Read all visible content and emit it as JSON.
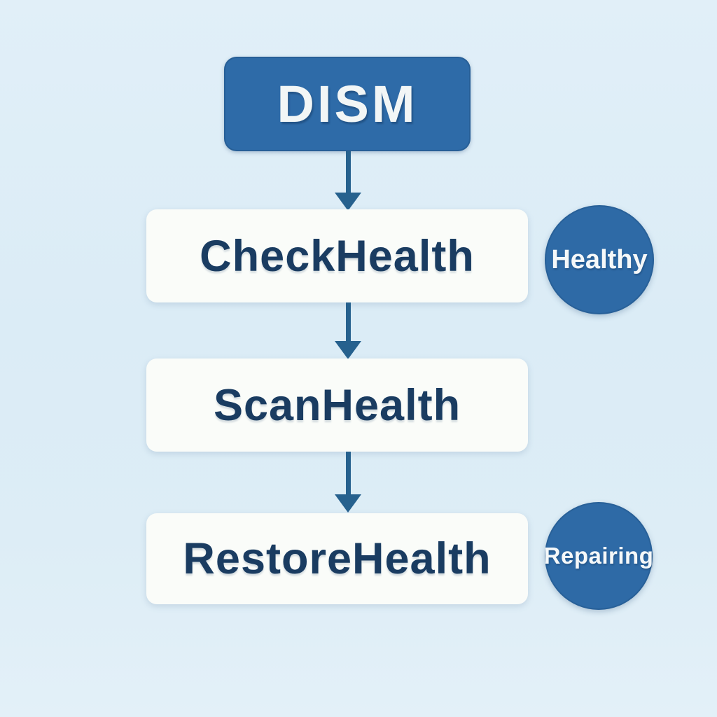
{
  "flowchart": {
    "root": {
      "label": "DISM"
    },
    "steps": [
      {
        "label": "CheckHealth",
        "badge": "Healthy"
      },
      {
        "label": "ScanHealth",
        "badge": ""
      },
      {
        "label": "RestoreHealth",
        "badge": "Repairing"
      }
    ],
    "colors": {
      "background": "#ddedf6",
      "primary_blue": "#2e6ba8",
      "card_background": "#fafcf9",
      "text_navy": "#1a3c61",
      "arrow_blue": "#26618e",
      "badge_text": "#f5f8f9"
    }
  }
}
